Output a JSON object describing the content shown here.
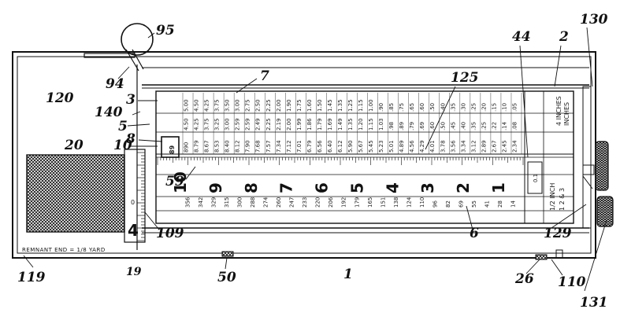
{
  "figure": {
    "reference_numerals": {
      "n95": "95",
      "n94": "94",
      "n7": "7",
      "n125": "125",
      "n44": "44",
      "n2": "2",
      "n130": "130",
      "n120": "120",
      "n3": "3",
      "n140": "140",
      "n5": "5",
      "n8": "8",
      "n10": "10",
      "n20": "20",
      "n59": "59",
      "n4": "4",
      "n109": "109",
      "n6": "6",
      "n129": "129",
      "n119": "119",
      "n19": "19",
      "n50": "50",
      "n1": "1",
      "n26": "26",
      "n110": "110",
      "n131": "131"
    },
    "caption_strip": "REMNANT END = 1/8 YARD",
    "window_top_value": "89",
    "window_box_value": "0.1",
    "right_panel_inches_label": "4 INCHES",
    "right_panel_inches_sub": "INCHES",
    "right_panel_half_inch_label": "1/2 INCH",
    "right_panel_half_inch_sub": "1 2 & 3",
    "lower_scale_large_digits": [
      "10",
      "9",
      "8",
      "7",
      "6",
      "5",
      "4",
      "3",
      "2",
      "1"
    ],
    "left_scale_numbers": [
      "0",
      "4"
    ],
    "rows": {
      "row1": [
        "5.00",
        "4.50",
        "4.25",
        "3.75",
        "3.50",
        "3.00",
        "2.75",
        "2.50",
        "2.25",
        "2.00",
        "1.90",
        "1.75",
        "1.60",
        "1.50",
        "1.45",
        "1.35",
        "1.25",
        "1.15",
        "1.00",
        ".90",
        ".85",
        ".75",
        ".65",
        ".60",
        ".50",
        ".40",
        ".35",
        ".30",
        ".25",
        ".20",
        ".15",
        ".10",
        ".05"
      ],
      "row2": [
        "4.50",
        "4.25",
        "3.75",
        "3.25",
        "3.00",
        "2.59",
        "2.59",
        "2.49",
        "2.25",
        "2.19",
        "2.00",
        "1.99",
        "1.86",
        "1.79",
        "1.69",
        "1.49",
        "1.35",
        "1.20",
        "1.15",
        "1.03",
        ".98",
        ".89",
        ".79",
        ".69",
        ".60",
        ".50",
        ".45",
        ".40",
        ".35",
        ".25",
        ".22",
        ".14",
        ".08"
      ],
      "row3": [
        "890",
        "8.79",
        "8.67",
        "8.53",
        "8.40",
        "8.12",
        "7.90",
        "7.68",
        "7.57",
        "7.34",
        "7.12",
        "7.01",
        "6.79",
        "6.56",
        "6.40",
        "6.12",
        "5.90",
        "5.67",
        "5.45",
        "5.23",
        "5.01",
        "4.89",
        "4.56",
        "4.29",
        "4.01",
        "3.78",
        "3.56",
        "3.34",
        "3.12",
        "2.89",
        "2.67",
        "2.45",
        "2.34"
      ],
      "row4": [
        "356",
        "342",
        "329",
        "315",
        "300",
        "288",
        "274",
        "260",
        "247",
        "233",
        "220",
        "206",
        "192",
        "179",
        "165",
        "151",
        "138",
        "124",
        "110",
        "96",
        "82",
        "69",
        "55",
        "41",
        "28",
        "14"
      ]
    }
  }
}
